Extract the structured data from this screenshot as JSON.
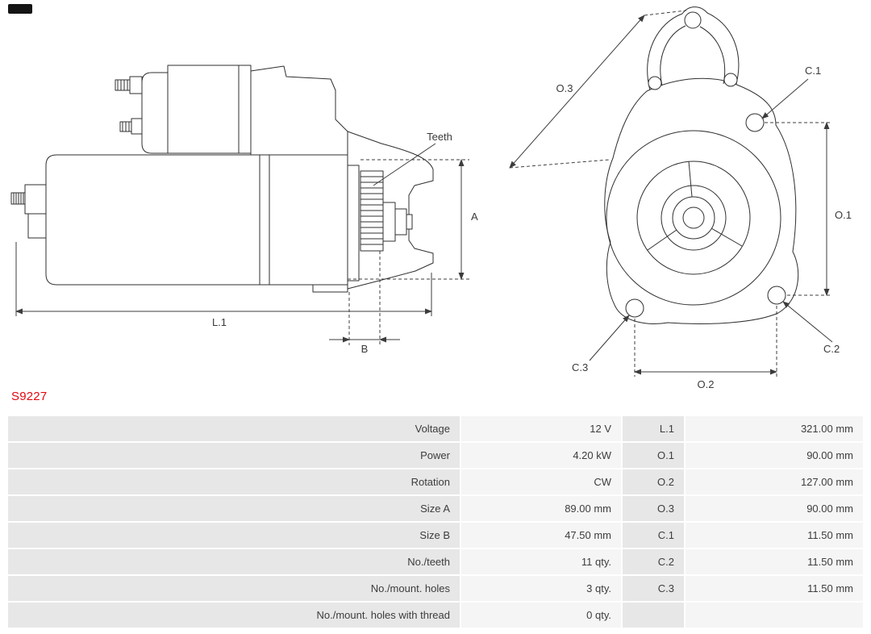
{
  "part_number": "S9227",
  "drawing": {
    "labels": {
      "teeth": "Teeth",
      "a": "A",
      "l1": "L.1",
      "b": "B",
      "o3": "O.3",
      "c1": "C.1",
      "o1": "O.1",
      "c3": "C.3",
      "o2": "O.2",
      "c2": "C.2"
    }
  },
  "spec_table": {
    "rows": [
      {
        "label": "Voltage",
        "value": "12 V",
        "dim_label": "L.1",
        "dim_value": "321.00 mm"
      },
      {
        "label": "Power",
        "value": "4.20 kW",
        "dim_label": "O.1",
        "dim_value": "90.00 mm"
      },
      {
        "label": "Rotation",
        "value": "CW",
        "dim_label": "O.2",
        "dim_value": "127.00 mm"
      },
      {
        "label": "Size A",
        "value": "89.00 mm",
        "dim_label": "O.3",
        "dim_value": "90.00 mm"
      },
      {
        "label": "Size B",
        "value": "47.50 mm",
        "dim_label": "C.1",
        "dim_value": "11.50 mm"
      },
      {
        "label": "No./teeth",
        "value": "11 qty.",
        "dim_label": "C.2",
        "dim_value": "11.50 mm"
      },
      {
        "label": "No./mount. holes",
        "value": "3 qty.",
        "dim_label": "C.3",
        "dim_value": "11.50 mm"
      },
      {
        "label": "No./mount. holes with thread",
        "value": "0 qty.",
        "dim_label": "",
        "dim_value": ""
      }
    ]
  },
  "colors": {
    "part_number_red": "#e30613",
    "label_cell_bg": "#e7e7e7",
    "value_cell_bg": "#f5f5f5",
    "line_color": "#2f2f2f"
  }
}
